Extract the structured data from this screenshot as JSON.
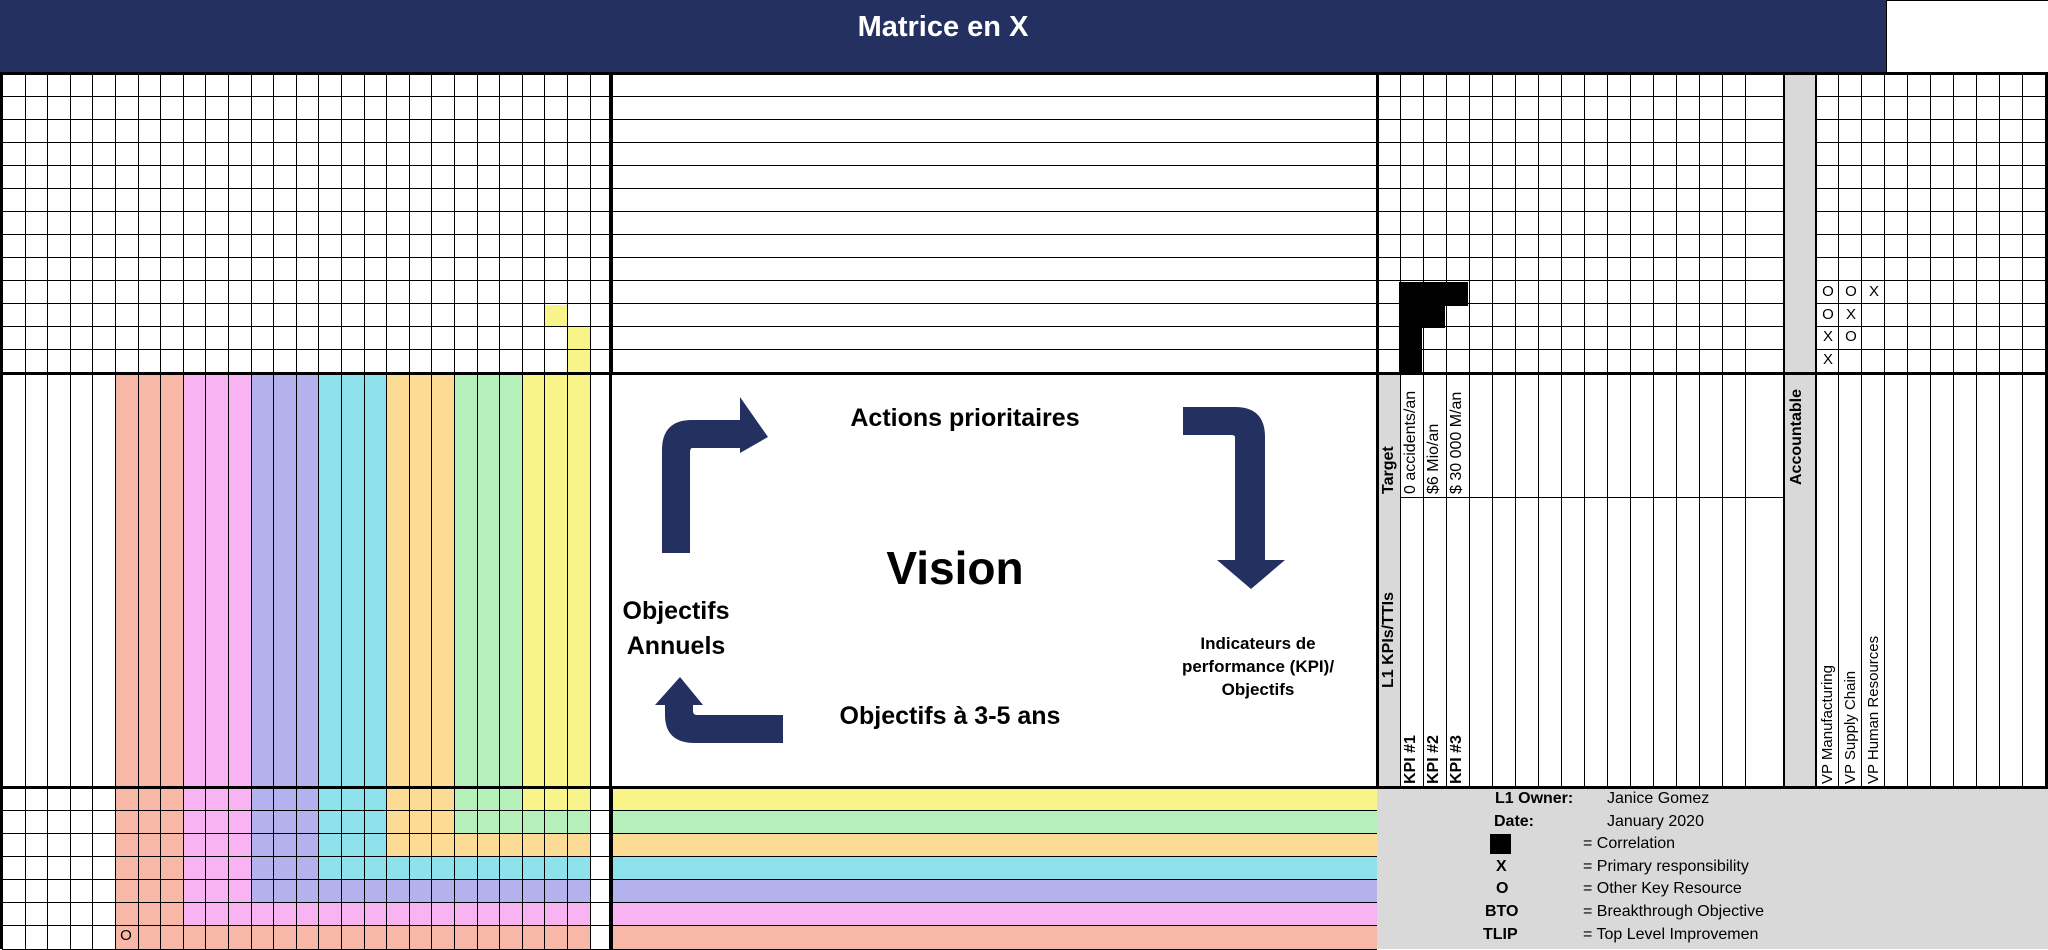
{
  "title": "Matrice en X",
  "center": {
    "top": "Actions prioritaires",
    "middle": "Vision",
    "left": "Objectifs Annuels",
    "bottom": "Objectifs à 3-5 ans",
    "right": "Indicateurs de performance (KPI)/ Objectifs"
  },
  "kpi": {
    "section_label": "L1 KPIs/TTIs",
    "target_label": "Target",
    "names": [
      "KPI #1",
      "KPI #2",
      "KPI #3"
    ],
    "targets": [
      "0 accidents/an",
      "$6 Mio/an",
      "$ 30 000 M/an"
    ]
  },
  "accountable": {
    "label": "Accountable",
    "people": [
      "VP Manufacturing",
      "VP Supply Chain",
      "VP Human Resources"
    ],
    "marks": [
      [
        "O",
        "O",
        "X"
      ],
      [
        "O",
        "X",
        ""
      ],
      [
        "X",
        "O",
        ""
      ],
      [
        "X",
        "",
        ""
      ]
    ]
  },
  "owner": {
    "label": "L1 Owner:",
    "value": "Janice Gomez"
  },
  "date": {
    "label": "Date:",
    "value": "January 2020"
  },
  "legend": [
    {
      "symbol": "",
      "text": "= Correlation",
      "icon": "black-square"
    },
    {
      "symbol": "X",
      "text": "= Primary responsibility"
    },
    {
      "symbol": "O",
      "text": "= Other Key Resource"
    },
    {
      "symbol": "BTO",
      "text": "= Breakthrough Objective"
    },
    {
      "symbol": "TLIP",
      "text": "= Top Level Improvemen"
    }
  ],
  "bottom_left_mark": "O",
  "colors": {
    "title_bg": "#243160",
    "arrow": "#243160",
    "gray_panel": "#d9d9d9",
    "bands": [
      "#f7b8a8",
      "#f7b3f2",
      "#b4b1ef",
      "#8de2ec",
      "#fcdb95",
      "#b5efb9",
      "#f8f48a"
    ]
  }
}
